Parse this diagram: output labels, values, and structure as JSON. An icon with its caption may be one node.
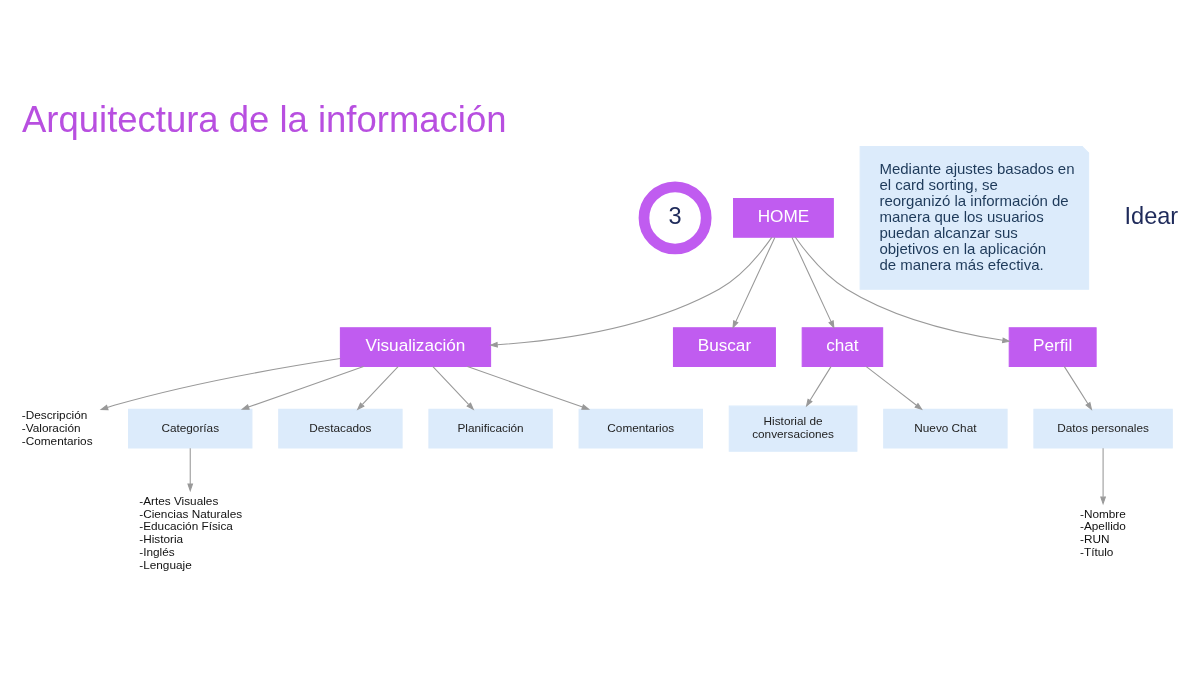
{
  "diagram": {
    "title": "Arquitectura de la información",
    "nodes": [
      {
        "text": [
          "3"
        ]
      },
      {
        "text": [
          "HOME"
        ]
      },
      {
        "text": [
          "Visualización"
        ]
      },
      {
        "text": [
          "-Descripción",
          "-Valoración",
          "-Comentarios"
        ]
      },
      {
        "text": [
          "Buscar"
        ]
      },
      {
        "text": [
          "chat"
        ]
      },
      {
        "text": [
          "Perfil"
        ]
      },
      {
        "text": [
          "Categorías"
        ]
      },
      {
        "text": [
          "-Artes Visuales",
          "-Ciencias Naturales",
          "-Educación Física",
          "-Historia",
          "-Inglés",
          "-Lenguaje"
        ]
      },
      {
        "text": [
          "Destacados"
        ]
      },
      {
        "text": [
          "Planificación"
        ]
      },
      {
        "text": [
          "Comentarios"
        ]
      },
      {
        "text": [
          "Historial de conversaciones"
        ]
      },
      {
        "text": [
          "Nuevo Chat"
        ]
      },
      {
        "text": [
          "Datos personales"
        ]
      },
      {
        "text": [
          "-Nombre",
          "-Apellido",
          "-RUN",
          "-Título"
        ]
      },
      {
        "text": [
          "Mediante ajustes basados en el card sorting, se reorganizó la información de manera que los usuarios puedan alcanzar sus objetivos en la aplicación de manera más efectiva."
        ]
      }
    ],
    "edges": [
      {
        "from": 1,
        "to": 2,
        "arrow": "to"
      },
      {
        "from": 1,
        "to": 4,
        "arrow": "to"
      },
      {
        "from": 1,
        "to": 5,
        "arrow": "to"
      },
      {
        "from": 1,
        "to": 6,
        "arrow": "to"
      },
      {
        "from": 2,
        "to": 3,
        "arrow": "to"
      },
      {
        "from": 2,
        "to": 7,
        "arrow": "to"
      },
      {
        "from": 2,
        "to": 9,
        "arrow": "to"
      },
      {
        "from": 2,
        "to": 10,
        "arrow": "to"
      },
      {
        "from": 2,
        "to": 11,
        "arrow": "to"
      },
      {
        "from": 7,
        "to": 8,
        "arrow": "to"
      },
      {
        "from": 5,
        "to": 12,
        "arrow": "to"
      },
      {
        "from": 5,
        "to": 13,
        "arrow": "to"
      },
      {
        "from": 6,
        "to": 14,
        "arrow": "to"
      },
      {
        "from": 14,
        "to": 15,
        "arrow": "to"
      }
    ],
    "labels": [
      "Idear"
    ]
  }
}
